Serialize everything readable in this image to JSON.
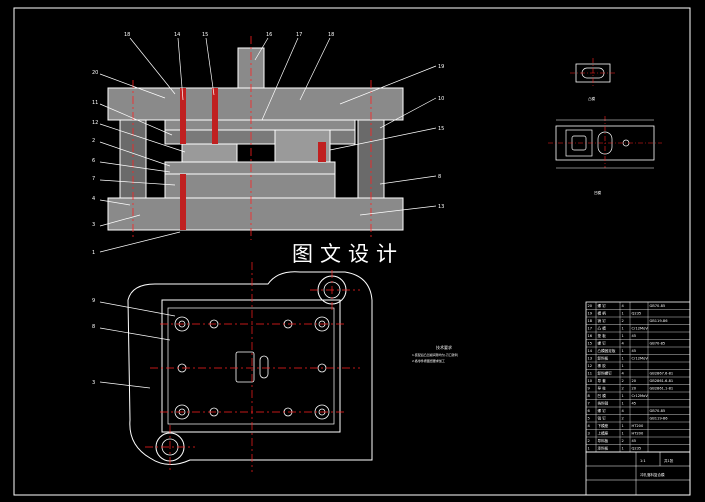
{
  "watermark": "图文设计",
  "callouts_left": [
    "20",
    "11",
    "12",
    "2",
    "6",
    "7",
    "4",
    "3",
    "1"
  ],
  "callouts_top": [
    "18",
    "14",
    "15",
    "16",
    "17",
    "18"
  ],
  "callouts_right": [
    "19",
    "10",
    "15",
    "8",
    "13"
  ],
  "plan_callouts": [
    "9",
    "8",
    "3"
  ],
  "notes_title": "技术要求",
  "notes": [
    "1.装配后凸凹模间隙均匀,刃口锋利",
    "2.各零件按图纸要求加工"
  ],
  "detail_labels": [
    "凸模",
    "凹模"
  ],
  "bom_rows": [
    {
      "no": "20",
      "name": "螺 钉",
      "qty": "4",
      "mat": "",
      "std": "GB70-85"
    },
    {
      "no": "19",
      "name": "模 柄",
      "qty": "1",
      "mat": "Q235",
      "std": ""
    },
    {
      "no": "18",
      "name": "销 钉",
      "qty": "2",
      "mat": "",
      "std": "GB119-86"
    },
    {
      "no": "17",
      "name": "凸 模",
      "qty": "1",
      "mat": "Cr12MoV",
      "std": ""
    },
    {
      "no": "16",
      "name": "垫 板",
      "qty": "1",
      "mat": "45",
      "std": ""
    },
    {
      "no": "15",
      "name": "螺 钉",
      "qty": "4",
      "mat": "",
      "std": "GB70-85"
    },
    {
      "no": "14",
      "name": "凸模固定板",
      "qty": "1",
      "mat": "45",
      "std": ""
    },
    {
      "no": "13",
      "name": "卸料板",
      "qty": "1",
      "mat": "Cr12MoV",
      "std": ""
    },
    {
      "no": "12",
      "name": "橡 胶",
      "qty": "1",
      "mat": "",
      "std": ""
    },
    {
      "no": "11",
      "name": "卸料螺钉",
      "qty": "4",
      "mat": "",
      "std": "GB2867.6-81"
    },
    {
      "no": "10",
      "name": "导 套",
      "qty": "2",
      "mat": "20",
      "std": "GB2861.6-81"
    },
    {
      "no": "9",
      "name": "导 柱",
      "qty": "2",
      "mat": "20",
      "std": "GB2861.1-81"
    },
    {
      "no": "8",
      "name": "凹 模",
      "qty": "1",
      "mat": "Cr12MoV",
      "std": ""
    },
    {
      "no": "7",
      "name": "挡料销",
      "qty": "1",
      "mat": "45",
      "std": ""
    },
    {
      "no": "6",
      "name": "螺 钉",
      "qty": "4",
      "mat": "",
      "std": "GB70-85"
    },
    {
      "no": "5",
      "name": "销 钉",
      "qty": "2",
      "mat": "",
      "std": "GB119-86"
    },
    {
      "no": "4",
      "name": "下模座",
      "qty": "1",
      "mat": "HT200",
      "std": ""
    },
    {
      "no": "3",
      "name": "上模座",
      "qty": "1",
      "mat": "HT200",
      "std": ""
    },
    {
      "no": "2",
      "name": "导料板",
      "qty": "2",
      "mat": "45",
      "std": ""
    },
    {
      "no": "1",
      "name": "承料板",
      "qty": "1",
      "mat": "Q235",
      "std": ""
    }
  ],
  "title_block": {
    "name": "冲孔落料复合模",
    "scale": "1:1",
    "sheet": "共1张"
  },
  "colors": {
    "line": "#ffffff",
    "center": "#ff2020",
    "fill": "#8a8a8a",
    "part": "#c8c8c8"
  }
}
